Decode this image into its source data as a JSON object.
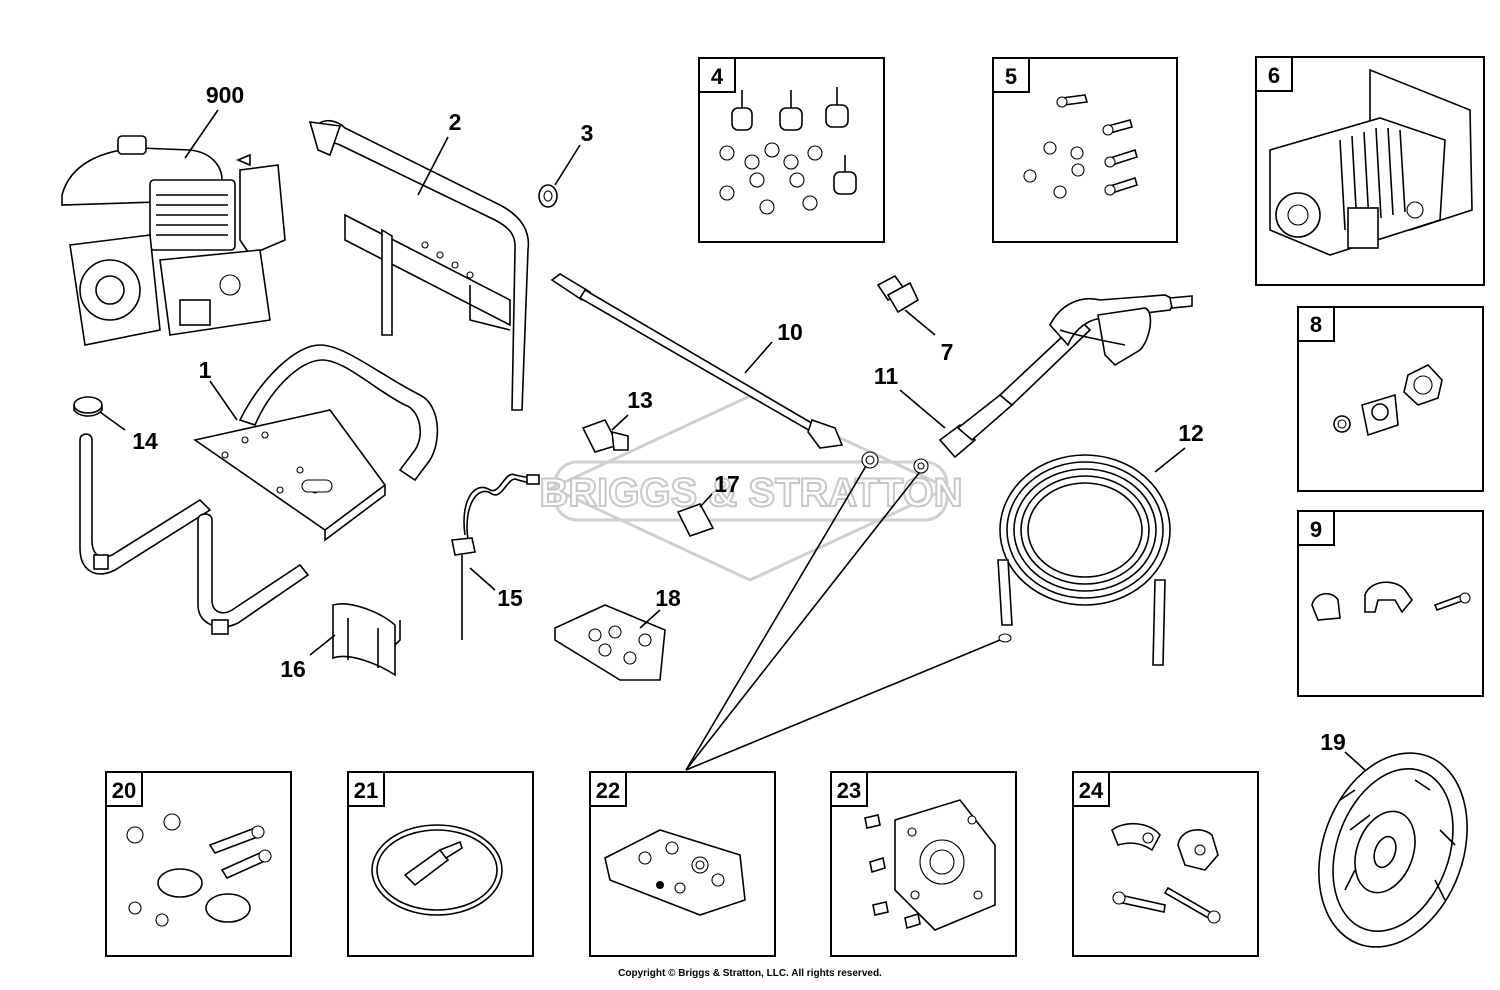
{
  "watermark": {
    "brand": "BRIGGS & STRATTON"
  },
  "footer": {
    "copyright": "Copyright © Briggs & Stratton, LLC. All rights reserved."
  },
  "callouts": {
    "p900": "900",
    "p1": "1",
    "p2": "2",
    "p3": "3",
    "p7": "7",
    "p10": "10",
    "p11": "11",
    "p12": "12",
    "p13": "13",
    "p14": "14",
    "p15": "15",
    "p16": "16",
    "p17": "17",
    "p18": "18",
    "p19": "19"
  },
  "kits": {
    "k4": "4",
    "k5": "5",
    "k6": "6",
    "k8": "8",
    "k9": "9",
    "k20": "20",
    "k21": "21",
    "k22": "22",
    "k23": "23",
    "k24": "24"
  }
}
